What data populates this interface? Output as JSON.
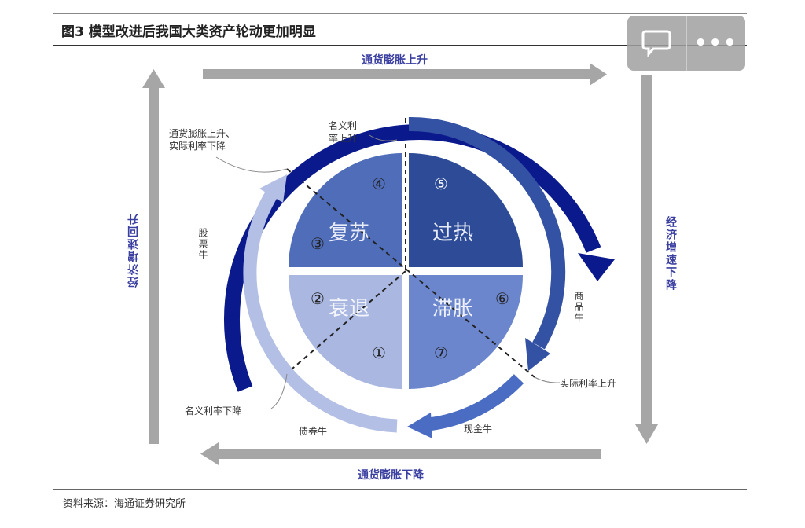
{
  "title": "图3  模型改进后我国大类资产轮动更加明显",
  "axes": {
    "top": "通货膨胀上升",
    "bottom": "通货膨胀下降",
    "left": "经济增速回升",
    "right": "经济增速下降"
  },
  "quadrants": {
    "recovery": "复苏",
    "overheat": "过热",
    "recession": "衰退",
    "stagflation": "滞胀"
  },
  "markers": [
    "①",
    "②",
    "③",
    "④",
    "⑤",
    "⑥",
    "⑦"
  ],
  "annotations": {
    "nominal_up": "名义利率上升",
    "nominal_up_l1": "名义利",
    "nominal_up_l2": "率上升",
    "infl_up_real_down_l1": "通货膨胀上升、",
    "infl_up_real_down_l2": "实际利率下降",
    "stocks": "股票牛",
    "commodities": "商品牛",
    "real_up": "实际利率上升",
    "cash": "现金牛",
    "bonds": "债券牛",
    "nominal_down": "名义利率下降"
  },
  "source": "资料来源：海通证券研究所",
  "colors": {
    "recovery": "#4f6db9",
    "overheat": "#2d4b96",
    "recession": "#a9b7e1",
    "stagflation": "#6b86cd",
    "outer_arc": "#0a1a8c",
    "gray_arrow": "#a6a6a6"
  }
}
